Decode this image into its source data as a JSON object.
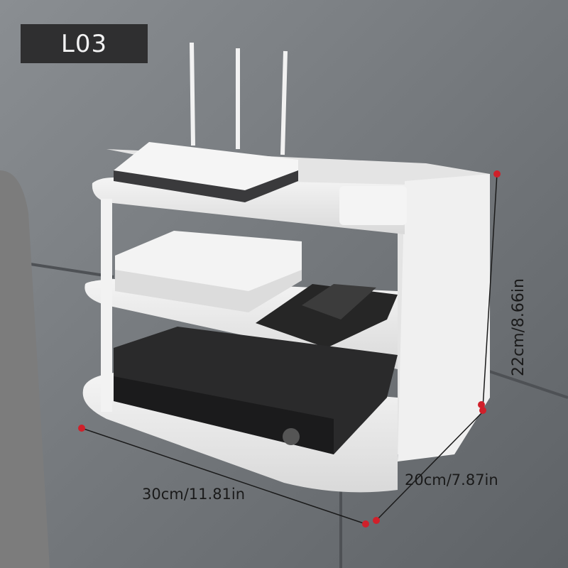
{
  "model_label": "L03",
  "dimensions": {
    "width": "30cm/11.81in",
    "depth": "20cm/7.87in",
    "height": "22cm/8.66in"
  },
  "colors": {
    "wall": "#6f7377",
    "shelf": "#ececec",
    "badge": "#2f2f30",
    "marker": "#d0202a"
  }
}
